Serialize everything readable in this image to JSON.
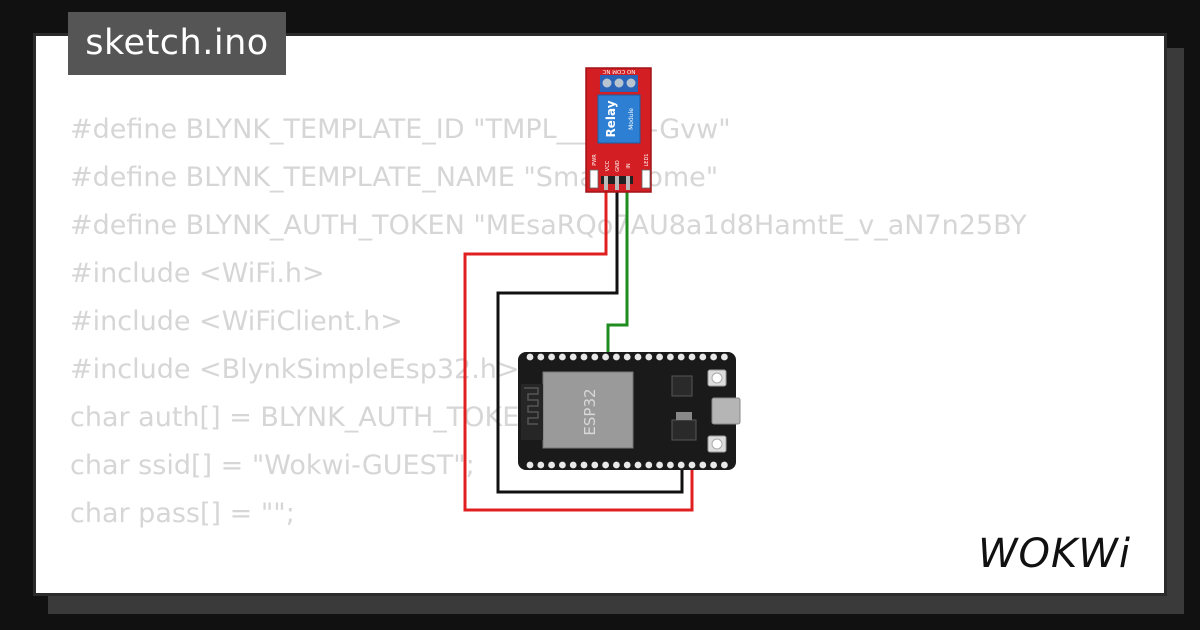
{
  "tab": {
    "filename": "sketch.ino"
  },
  "code_lines": [
    "#define BLYNK_TEMPLATE_ID \"TMPL___h6E-Gvw\"",
    "#define BLYNK_TEMPLATE_NAME \"Smart Home\"",
    "#define BLYNK_AUTH_TOKEN \"MEsaRQo7AU8a1d8HamtE_v_aN7n25BY",
    "",
    "#include <WiFi.h>",
    "#include <WiFiClient.h>",
    "#include <BlynkSimpleEsp32.h>",
    "",
    "char auth[] = BLYNK_AUTH_TOKEN;",
    "char ssid[] = \"Wokwi-GUEST\";",
    "char pass[] = \"\";"
  ],
  "relay": {
    "title": "Relay",
    "subtitle": "Module",
    "terminal_labels": "NO COM NC",
    "pin_labels": [
      "VCC",
      "GND",
      "IN"
    ],
    "pwr_label": "PWR",
    "led_label": "LED1"
  },
  "esp32": {
    "label": "ESP32"
  },
  "logo": {
    "text": "WOKWi"
  },
  "colors": {
    "wire_red": "#e02020",
    "wire_black": "#111111",
    "wire_green": "#1e8c1e",
    "board": "#1a1a1a",
    "relay_board": "#d31f23",
    "code_text": "#d6d6d6"
  }
}
